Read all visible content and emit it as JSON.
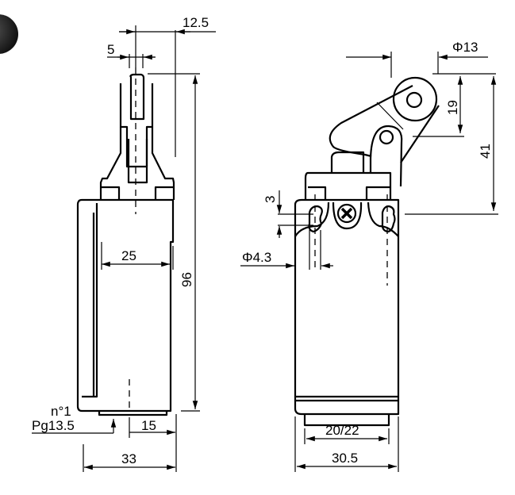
{
  "title": "Limit switch dimensional drawing",
  "side_view": {
    "dims": {
      "plunger_width": "5",
      "offset": "12.5",
      "height": "96",
      "inner_width": "25",
      "base": "15",
      "overall_width": "33"
    },
    "cable_entry": {
      "number": "n°1",
      "thread": "Pg13.5"
    }
  },
  "front_view": {
    "dims": {
      "roller_diameter": "Φ13",
      "roller_offset": "19",
      "lever_height": "41",
      "slot": "3",
      "hole": "Φ4.3",
      "base": "20/22",
      "overall_width": "30.5"
    }
  }
}
